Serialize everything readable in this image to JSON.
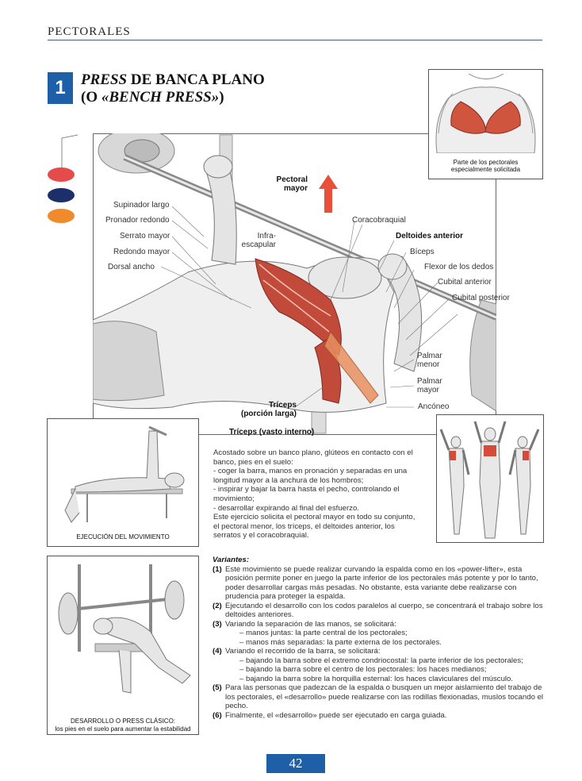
{
  "header": {
    "section": "PECTORALES"
  },
  "exercise": {
    "number": "1",
    "title_line1_italic": "PRESS",
    "title_line1_rest": " DE BANCA PLANO",
    "title_line2_open": "(O ",
    "title_line2_italic": "«BENCH PRESS»",
    "title_line2_close": ")"
  },
  "color_key": [
    "#e64b4b",
    "#1d2f6b",
    "#f08a2a"
  ],
  "inset_top": {
    "caption": "Parte de los pectorales especialmente solicitada"
  },
  "muscle_labels": {
    "left": [
      "Supinador largo",
      "Pronador redondo",
      "Serrato mayor",
      "Redondo mayor",
      "Dorsal ancho"
    ],
    "pectoral_mayor": "Pectoral mayor",
    "infra_escapular": "Infra-escapular",
    "coracobraquial": "Coracobraquial",
    "deltoides_anterior": "Deltoides anterior",
    "biceps": "Bíceps",
    "flexor": "Flexor de los dedos",
    "cubital_anterior": "Cubital anterior",
    "cubital_posterior": "Cubital posterior",
    "palmar_menor": "Palmar menor",
    "palmar_mayor": "Palmar mayor",
    "anconeo": "Ancóneo",
    "triceps_larga": "Tríceps (porción larga)",
    "triceps_vasto": "Tríceps (vasto interno)"
  },
  "movement_caption": "EJECUCIÓN DEL MOVIMIENTO",
  "classic_caption_line1": "DESARROLLO O PRESS CLÁSICO:",
  "classic_caption_line2": "los pies en el suelo para aumentar la estabilidad",
  "description": [
    "Acostado sobre un banco plano, glúteos en contacto con el banco, pies en el suelo:",
    "- coger la barra, manos en pronación y separadas en una longitud mayor a la anchura de los hombros;",
    "- inspirar y bajar la barra hasta el pecho, controlando el movimiento;",
    "- desarrollar expirando al final del esfuerzo.",
    "Este ejercicio solicita el pectoral mayor en todo su conjunto, el pectoral menor, los tríceps, el deltoides anterior, los serratos y el coracobraquial."
  ],
  "variants": {
    "heading": "Variantes:",
    "items": [
      {
        "n": "(1)",
        "text": "Este movimiento se puede realizar curvando la espalda como en los «power-lifter», esta posición permite poner en juego la parte inferior de los pectorales más potente y por lo tanto, poder desarrollar cargas más pesadas. No obstante, esta variante debe realizarse con prudencia para proteger la espalda.",
        "subs": []
      },
      {
        "n": "(2)",
        "text": "Ejecutando el desarrollo con los codos paralelos al cuerpo, se concentrará el trabajo sobre los deltoides anteriores.",
        "subs": []
      },
      {
        "n": "(3)",
        "text": "Variando la separación de las manos, se solicitará:",
        "subs": [
          "– manos juntas: la parte central de los pectorales;",
          "– manos más separadas: la parte externa de los pectorales."
        ]
      },
      {
        "n": "(4)",
        "text": "Variando el recorrido de la barra, se solicitará:",
        "subs": [
          "– bajando la barra sobre el extremo condriocostal: la parte inferior de los pectorales;",
          "– bajando la barra sobre el centro de los pectorales: los haces medianos;",
          "– bajando la barra sobre la horquilla esternal: los haces claviculares del músculo."
        ]
      },
      {
        "n": "(5)",
        "text": "Para las personas que padezcan de la espalda o busquen un mejor aislamiento del trabajo de los pectorales, el «desarrollo» puede realizarse con las rodillas flexionadas, muslos tocando el pecho.",
        "subs": []
      },
      {
        "n": "(6)",
        "text": "Finalmente, el «desarrollo» puede ser ejecutado en carga guiada.",
        "subs": []
      }
    ]
  },
  "page_number": "42"
}
